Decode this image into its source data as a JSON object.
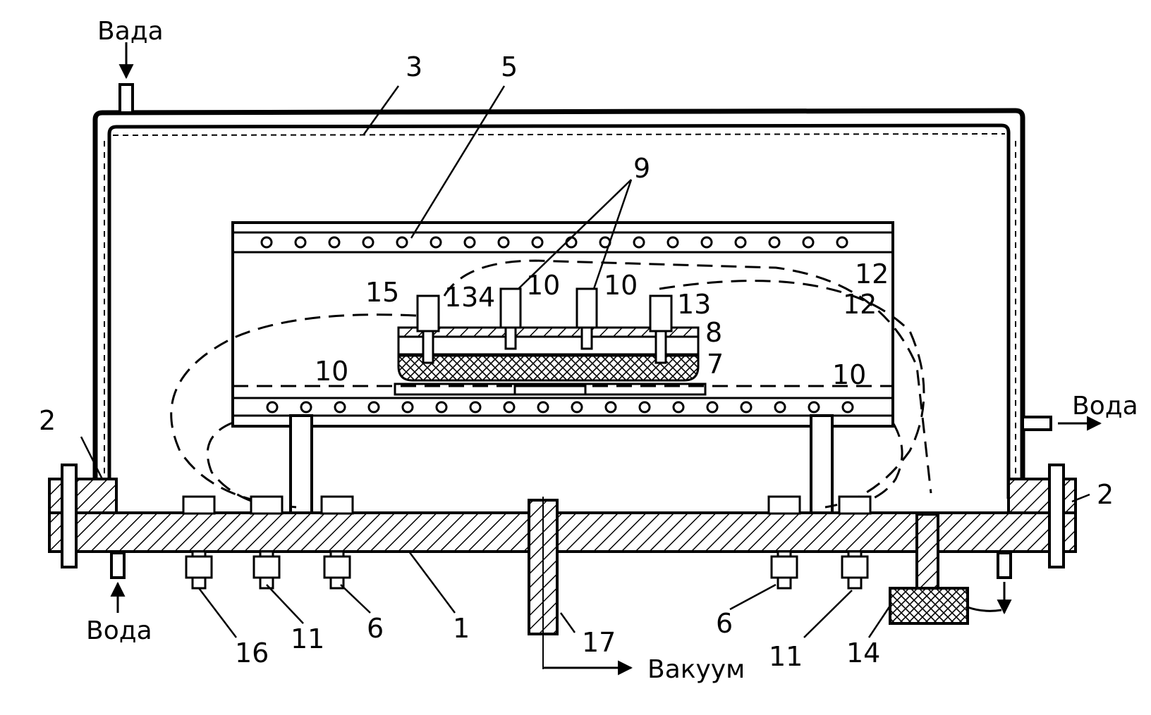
{
  "labels": {
    "water_in_top": "Вада",
    "water_out_right": "Вода",
    "water_in_bottom": "Вода",
    "vacuum": "Вакуум",
    "n1": "1",
    "n2_left": "2",
    "n2_right": "2",
    "n3": "3",
    "n4": "4",
    "n5": "5",
    "n6_left": "6",
    "n6_right": "6",
    "n7": "7",
    "n8": "8",
    "n9": "9",
    "n10_a": "10",
    "n10_b": "10",
    "n10_c": "10",
    "n10_d": "10",
    "n11_left": "11",
    "n11_right": "11",
    "n12_a": "12",
    "n12_b": "12",
    "n13_left": "13",
    "n13_right": "13",
    "n14": "14",
    "n15": "15",
    "n16": "16",
    "n17": "17"
  },
  "colors": {
    "ink": "#000000",
    "paper": "#ffffff"
  }
}
